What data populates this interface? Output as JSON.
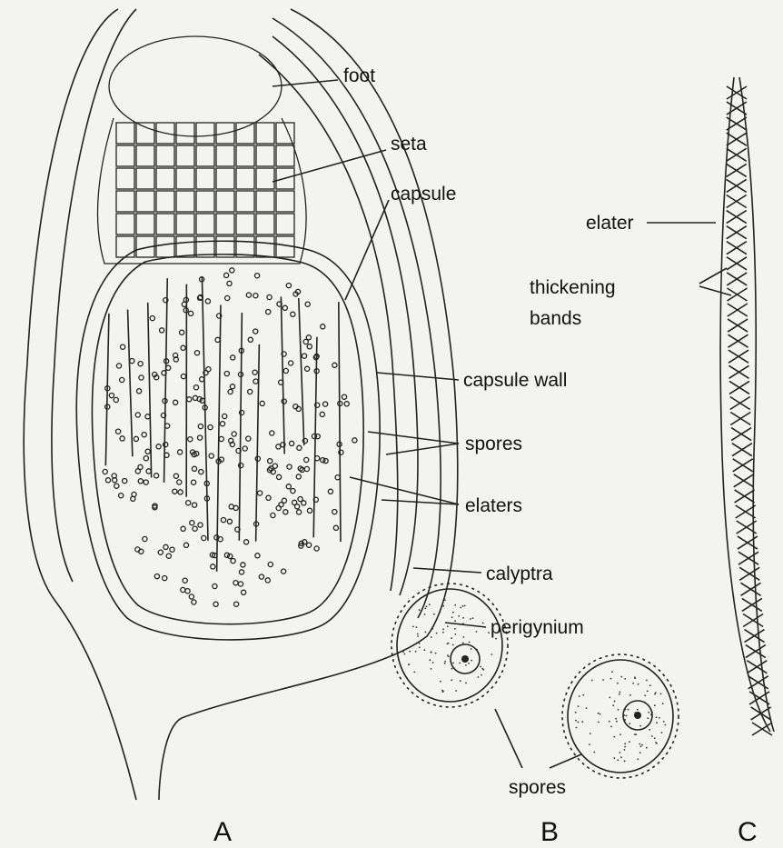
{
  "labels": {
    "foot": "foot",
    "seta": "seta",
    "capsule": "capsule",
    "capsule_wall": "capsule wall",
    "spores_a": "spores",
    "elaters_a": "elaters",
    "calyptra": "calyptra",
    "perigynium": "perigynium",
    "elater": "elater",
    "thickening_1": "thickening",
    "thickening_2": "bands",
    "spores_b": "spores"
  },
  "figure_letters": {
    "a": "A",
    "b": "B",
    "c": "C"
  },
  "colors": {
    "ink": "#111111",
    "background": "#f3f3f1"
  }
}
